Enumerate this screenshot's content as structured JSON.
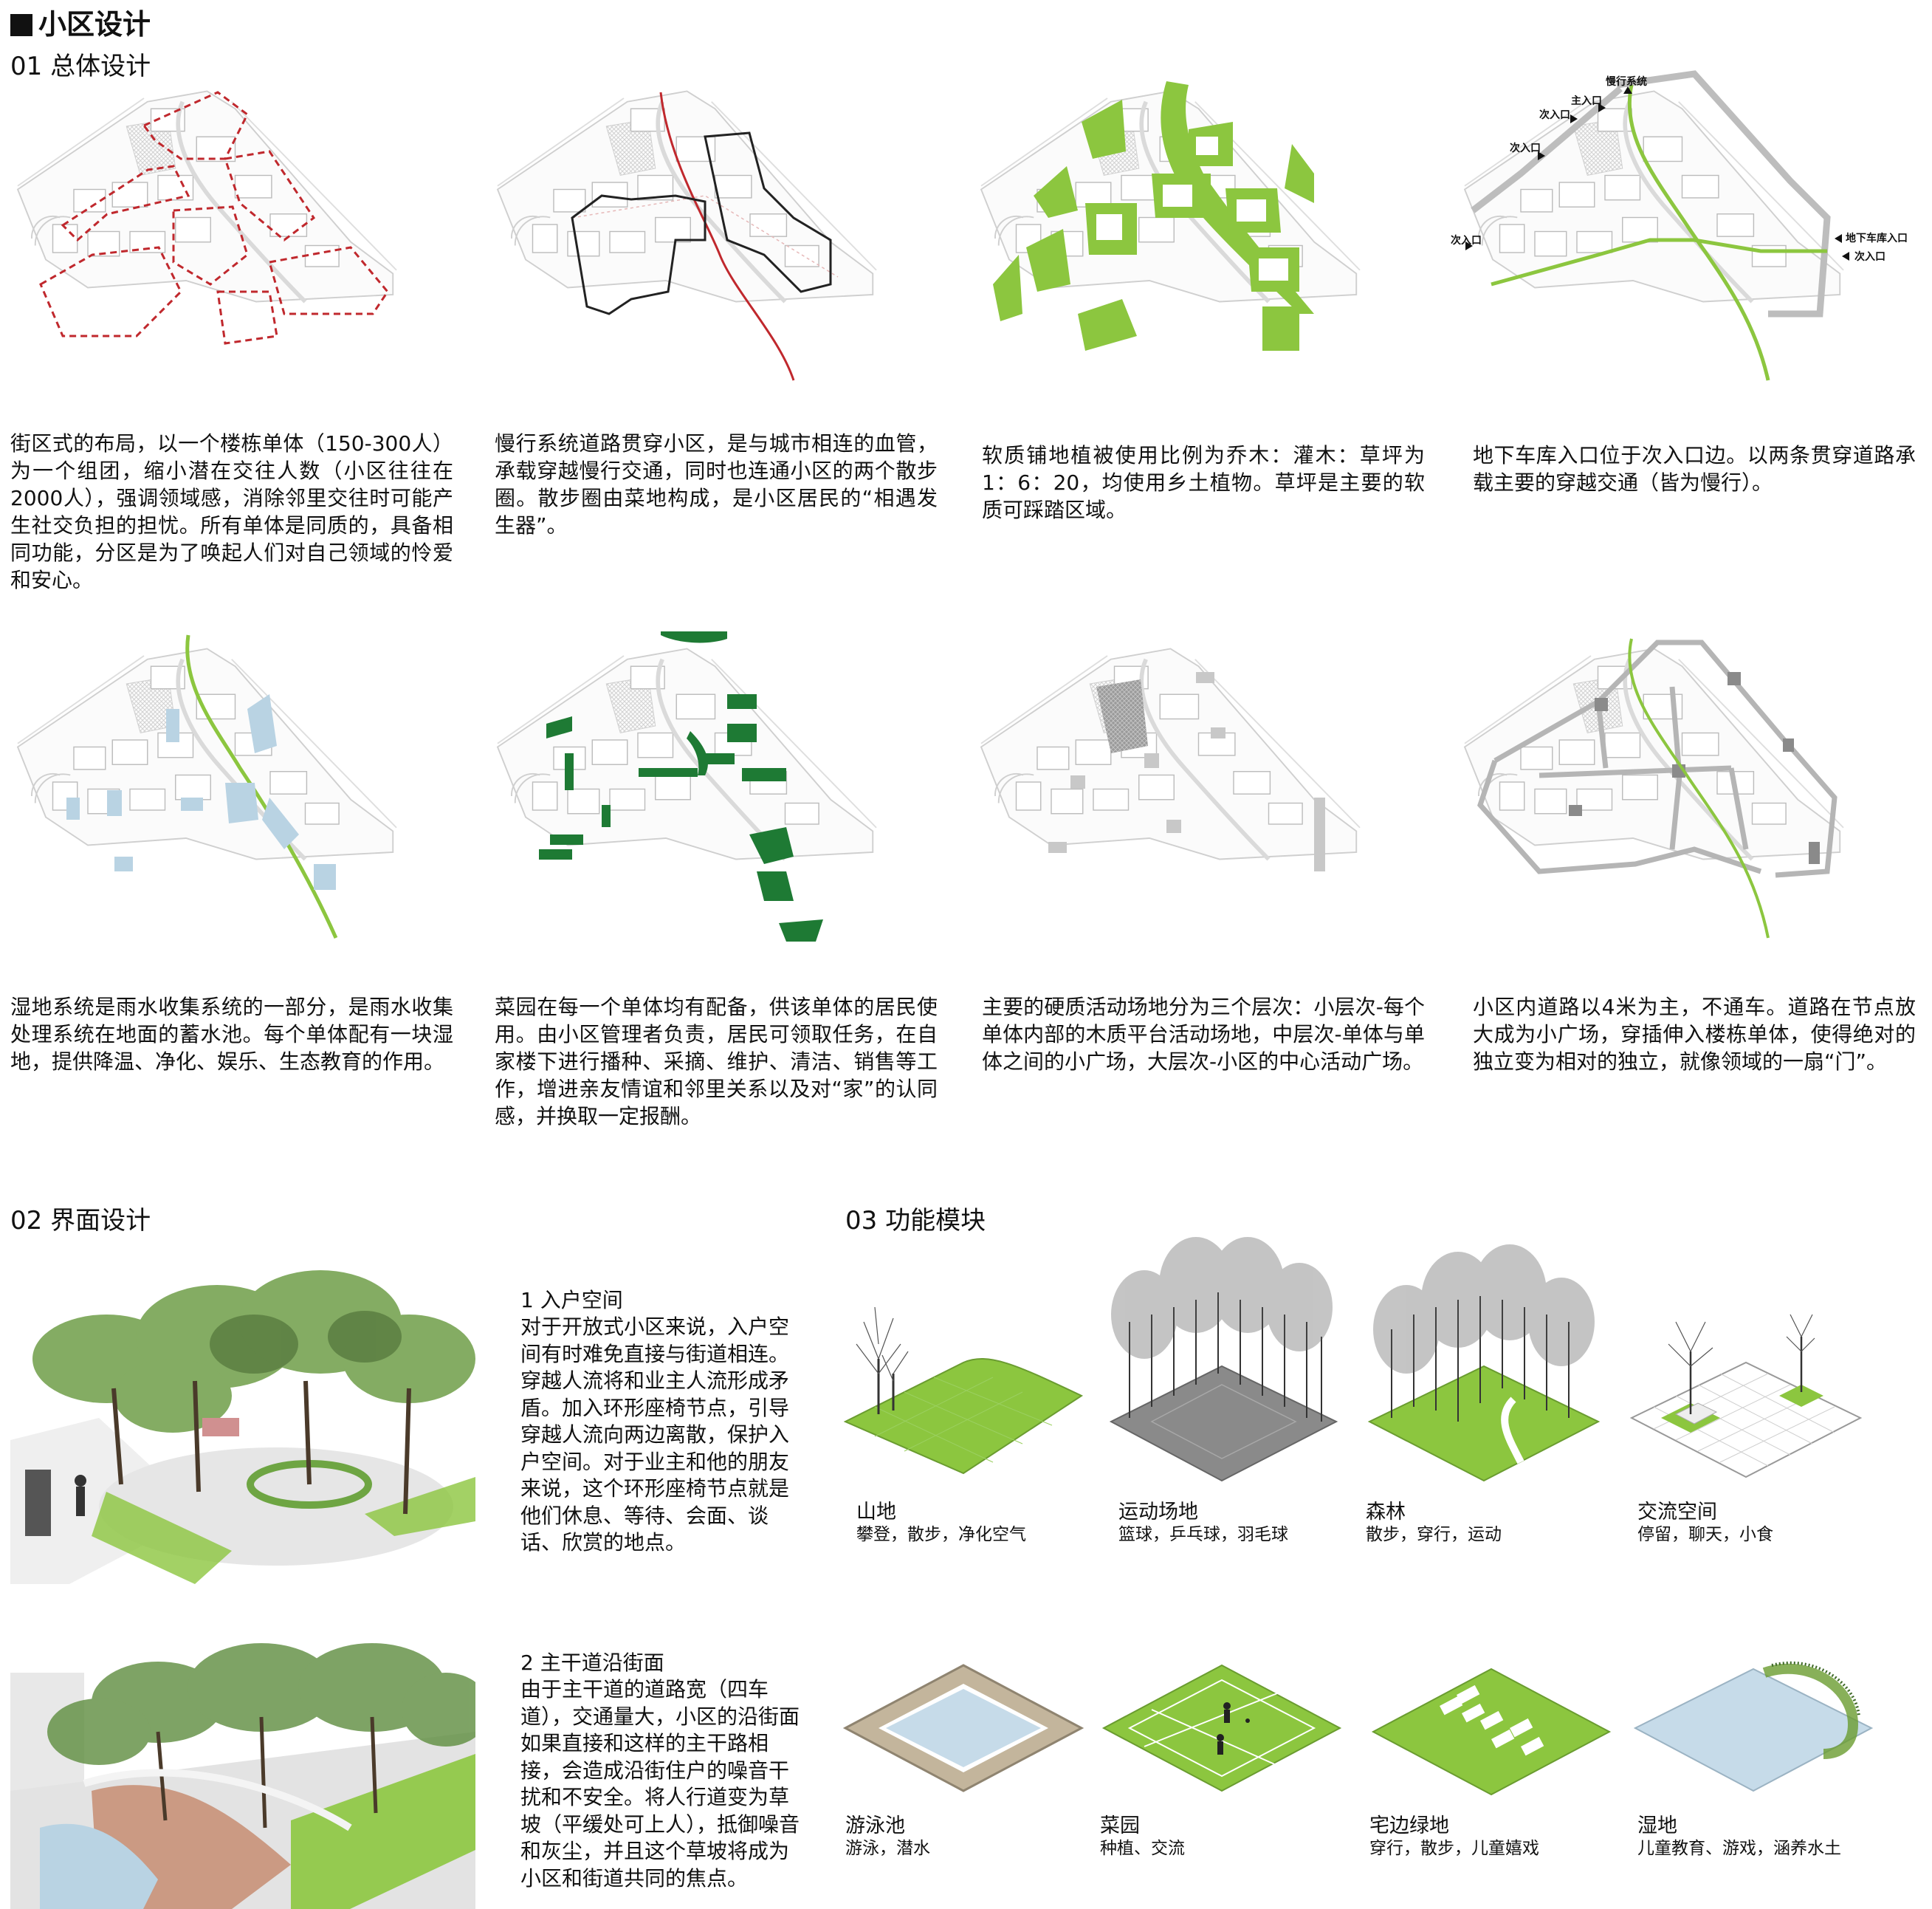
{
  "title": "小区设计",
  "section1": {
    "heading": "01  总体设计",
    "panels": [
      {
        "text": "街区式的布局，以一个楼栋单体（150-300人）为一个组团，缩小潜在交往人数（小区往往在2000人），强调领域感，消除邻里交往时可能产生社交负担的担忧。所有单体是同质的，具备相同功能，分区是为了唤起人们对自己领域的怜爱和安心。"
      },
      {
        "text": "慢行系统道路贯穿小区，是与城市相连的血管，承载穿越慢行交通，同时也连通小区的两个散步圈。散步圈由菜地构成，是小区居民的“相遇发生器”。"
      },
      {
        "text": "软质铺地植被使用比例为乔木：灌木：草坪为1：6：20，均使用乡土植物。草坪是主要的软质可踩踏区域。"
      },
      {
        "text": "地下车库入口位于次入口边。以两条贯穿道路承载主要的穿越交通（皆为慢行）。"
      },
      {
        "text": "湿地系统是雨水收集系统的一部分，是雨水收集处理系统在地面的蓄水池。每个单体配有一块湿地，提供降温、净化、娱乐、生态教育的作用。"
      },
      {
        "text": "菜园在每一个单体均有配备，供该单体的居民使用。由小区管理者负责，居民可领取任务，在自家楼下进行播种、采摘、维护、清洁、销售等工作，增进亲友情谊和邻里关系以及对“家”的认同感，并换取一定报酬。"
      },
      {
        "text": "主要的硬质活动场地分为三个层次：小层次-每个单体内部的木质平台活动场地，中层次-单体与单体之间的小广场，大层次-小区的中心活动广场。"
      },
      {
        "text": "小区内道路以4米为主，不通车。道路在节点放大成为小广场，穿插伸入楼栋单体，使得绝对的独立变为相对的独立，就像领域的一扇“门”。"
      }
    ],
    "map_labels": {
      "slow_system": "慢行系统",
      "main_entry": "主入口",
      "sub_entry": "次入口",
      "garage_entry": "地下车库入口"
    }
  },
  "section2": {
    "heading": "02 界面设计",
    "items": [
      {
        "title": "1 入户空间",
        "text": "对于开放式小区来说，入户空间有时难免直接与街道相连。穿越人流将和业主人流形成矛盾。加入环形座椅节点，引导穿越人流向两边离散，保护入户空间。对于业主和他的朋友来说，这个环形座椅节点就是他们休息、等待、会面、谈话、欣赏的地点。"
      },
      {
        "title": "2 主干道沿街面",
        "text": "由于主干道的道路宽（四车道），交通量大，小区的沿街面如果直接和这样的主干路相接，会造成沿街住户的噪音干扰和不安全。将人行道变为草坡（平缓处可上人），抵御噪音和灰尘，并且这个草坡将成为小区和街道共同的焦点。"
      }
    ]
  },
  "section3": {
    "heading": "03 功能模块",
    "modules": [
      {
        "name": "山地",
        "uses": "攀登，散步，净化空气"
      },
      {
        "name": "运动场地",
        "uses": "篮球，乒乓球，羽毛球"
      },
      {
        "name": "森林",
        "uses": "散步，穿行，运动"
      },
      {
        "name": "交流空间",
        "uses": "停留，聊天，小食"
      },
      {
        "name": "游泳池",
        "uses": "游泳，潜水"
      },
      {
        "name": "菜园",
        "uses": "种植、交流"
      },
      {
        "name": "宅边绿地",
        "uses": "穿行，散步，儿童嬉戏"
      },
      {
        "name": "湿地",
        "uses": "儿童教育、游戏，涵养水土"
      }
    ]
  },
  "colors": {
    "grass": "#8cc63f",
    "dark_green": "#1e7a34",
    "water": "#b9d3e3",
    "red_dash": "#c0282d",
    "road_gray": "#bdbdbd",
    "ink": "#111111"
  }
}
